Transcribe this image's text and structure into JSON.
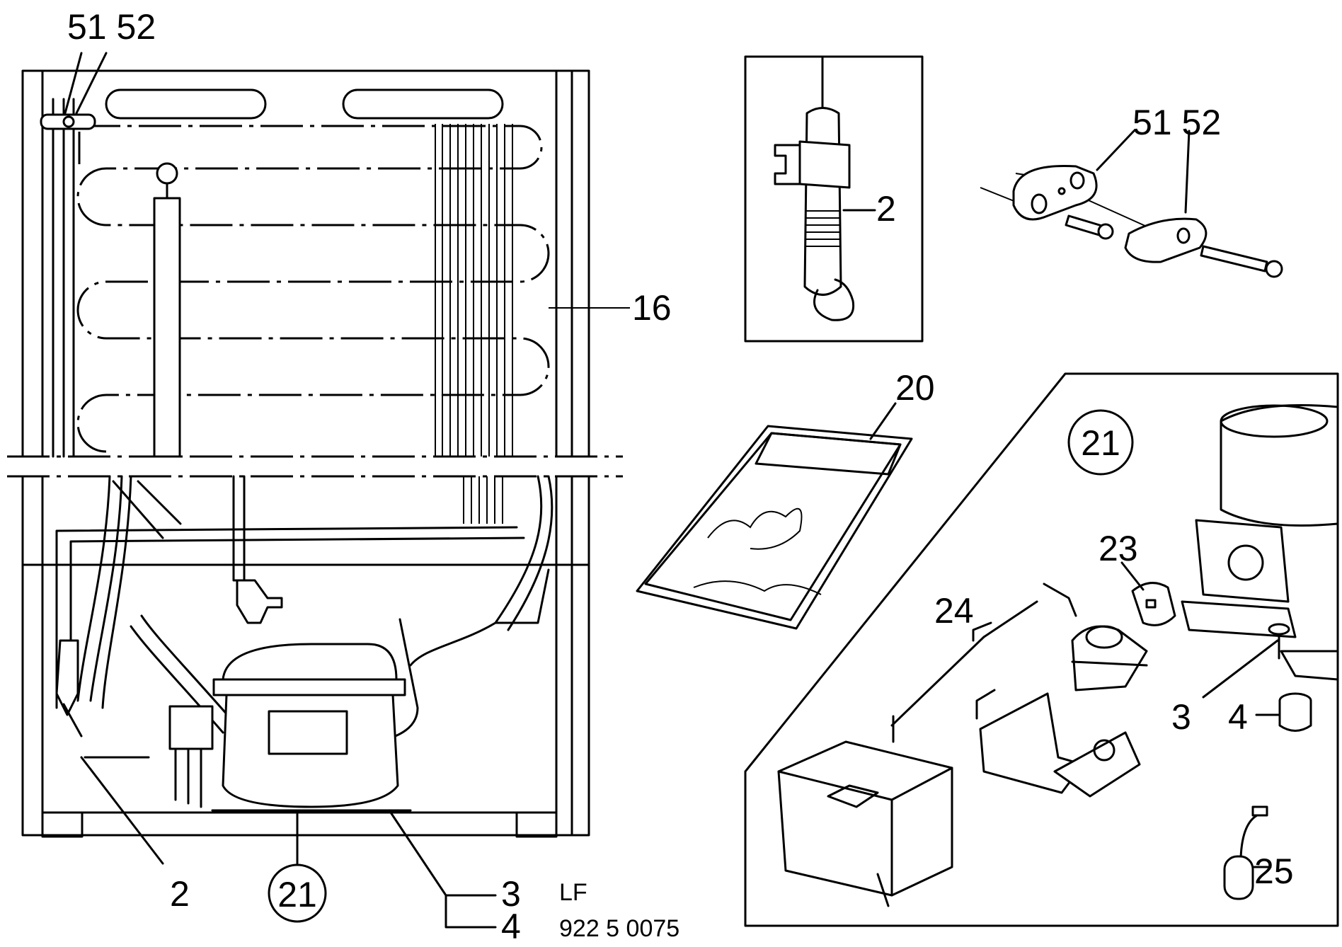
{
  "diagram": {
    "labels": {
      "clip_pair_top": "51 52",
      "clip_pair_detail": "51 52",
      "sensor_detail": "2",
      "sensor_main": "2",
      "evaporator": "16",
      "manual": "20",
      "compressor_main": "21",
      "compressor_detail": "21",
      "relay": "23",
      "relay_cover": "24",
      "screw": "3",
      "grommet": "4",
      "screw_main": "3",
      "grommet_main": "4",
      "capacitor": "25"
    },
    "footer": {
      "code": "LF",
      "part_number": "922 5 0075"
    }
  }
}
